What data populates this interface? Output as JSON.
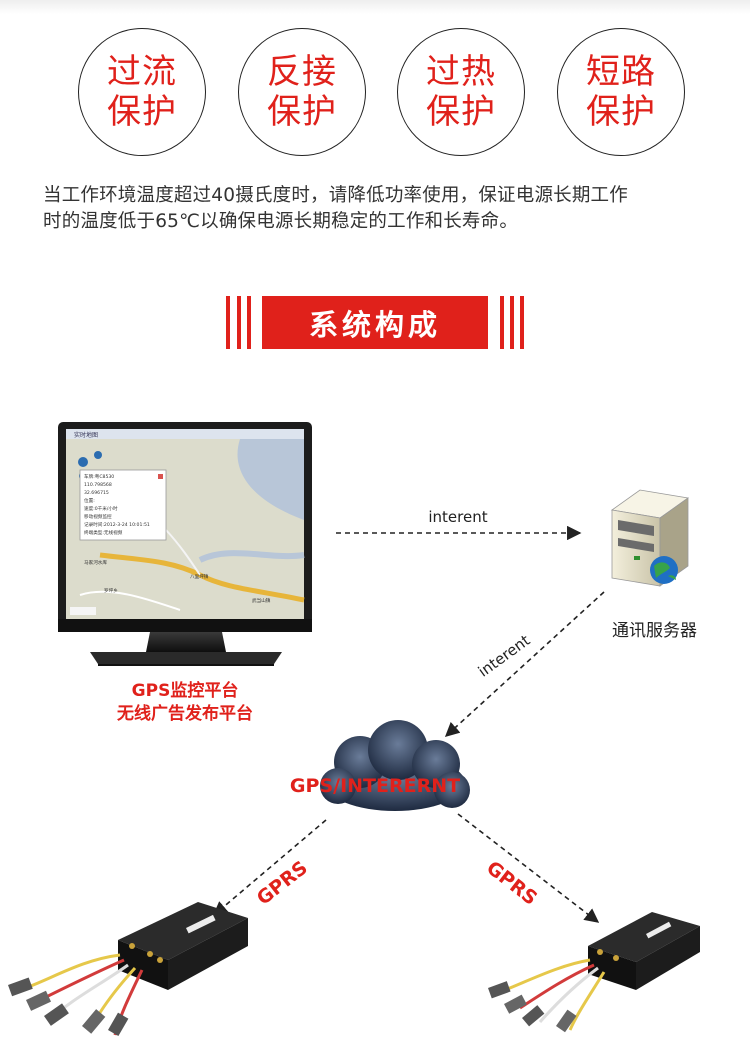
{
  "protections": [
    {
      "line1": "过流",
      "line2": "保护"
    },
    {
      "line1": "反接",
      "line2": "保护"
    },
    {
      "line1": "过热",
      "line2": "保护"
    },
    {
      "line1": "短路",
      "line2": "保护"
    }
  ],
  "description": {
    "line1": "当工作环境温度超过40摄氏度时，请降低功率使用，保证电源长期工作",
    "line2": "时的温度低于65℃以确保电源长期稳定的工作和长寿命。"
  },
  "section_title": "系统构成",
  "platform": {
    "label_line1": "GPS监控平台",
    "label_line2": "无线广告发布平台",
    "screen_tab": "实时地图",
    "map_popup": [
      "车牌:粤C8530",
      "110.798568",
      "32.696715",
      "位置:",
      "速度:0千米/小时",
      "移动视频监控",
      "记录时间:2012-3-24 10:01:51",
      "终端类型:无线视频"
    ],
    "map_places": [
      "八里坪镇",
      "武当山镇",
      "罗坪乡",
      "马家河水库"
    ]
  },
  "server": {
    "label": "通讯服务器"
  },
  "links": {
    "pc_to_server": "interent",
    "server_to_cloud": "interent"
  },
  "cloud": {
    "label": "GPS/INTERERNT"
  },
  "gprs": {
    "left": "GPRS",
    "right": "GPRS"
  },
  "colors": {
    "accent": "#e0211b",
    "text": "#222222"
  }
}
